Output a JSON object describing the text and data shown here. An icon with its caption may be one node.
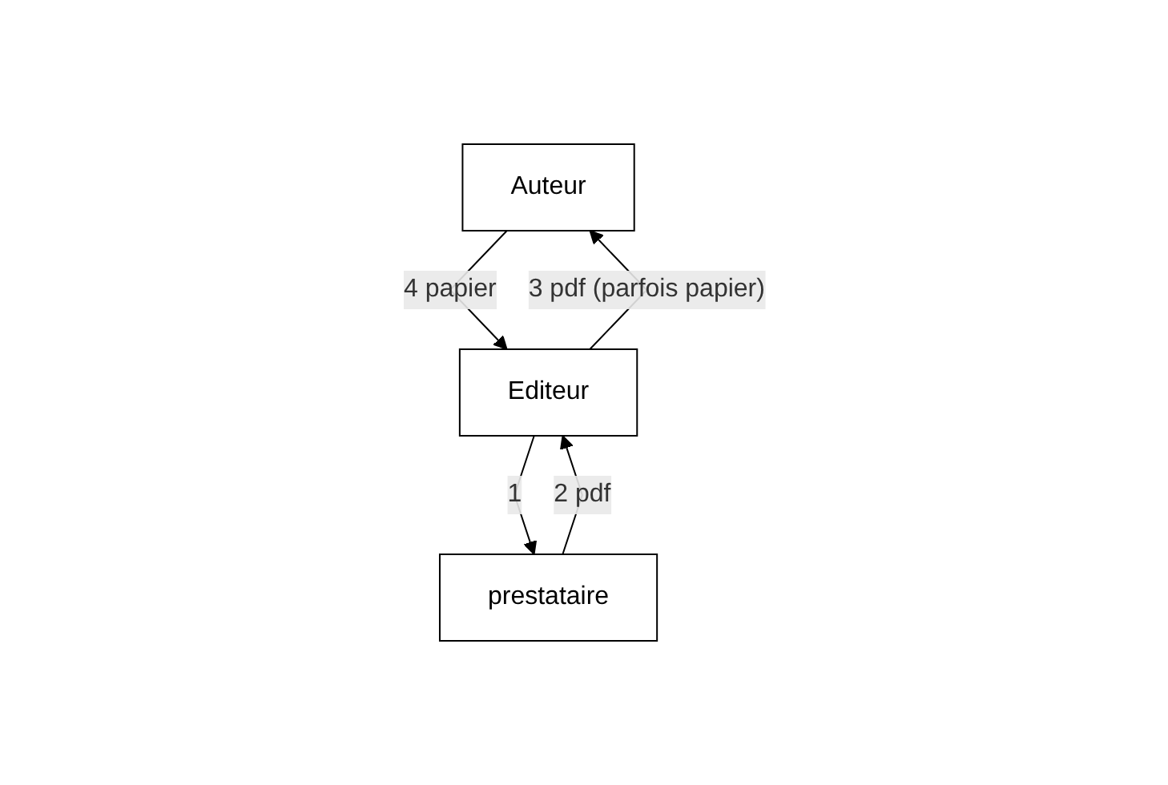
{
  "diagram": {
    "nodes": [
      {
        "text": [
          "Auteur"
        ]
      },
      {
        "text": [
          "Editeur"
        ]
      },
      {
        "text": [
          "prestataire"
        ]
      }
    ],
    "edges": [
      {
        "from": 1,
        "to": 2,
        "arrow": "to",
        "label": "1"
      },
      {
        "from": 2,
        "to": 1,
        "arrow": "to",
        "label": "2 pdf"
      },
      {
        "from": 1,
        "to": 0,
        "arrow": "to",
        "label": "3 pdf (parfois papier)"
      },
      {
        "from": 0,
        "to": 1,
        "arrow": "to",
        "label": "4 papier"
      }
    ]
  }
}
